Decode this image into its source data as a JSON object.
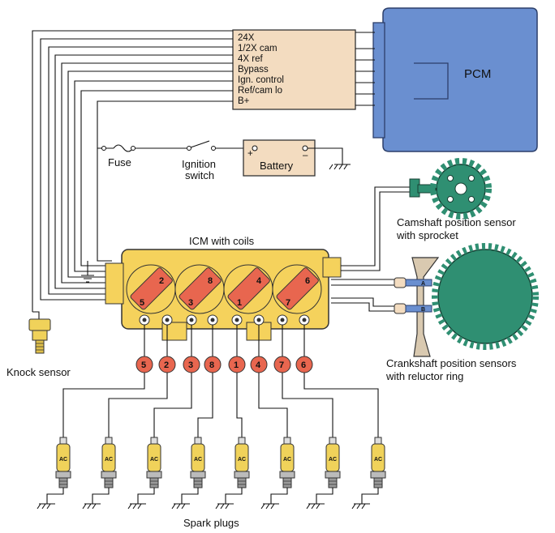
{
  "colors": {
    "pcm": "#6a8fd0",
    "connector": "#f3dcc0",
    "icm_body": "#f5d25c",
    "coil": "#e8664f",
    "sensor": "#2f8f72",
    "plug_bubble": "#e8664f",
    "spark_plug": "#f0d25a"
  },
  "pcm": {
    "label": "PCM",
    "terminals": [
      "24X",
      "1/2X cam",
      "4X ref",
      "Bypass",
      "Ign. control",
      "Ref/cam lo",
      "B+"
    ]
  },
  "circuit": {
    "fuse_label": "Fuse",
    "ignition_switch_label": [
      "Ignition",
      "switch"
    ],
    "battery_label": "Battery",
    "battery_plus": "+",
    "battery_minus": "–"
  },
  "icm": {
    "label": "ICM with coils",
    "coil_pairs": [
      [
        "5",
        "2"
      ],
      [
        "3",
        "8"
      ],
      [
        "1",
        "4"
      ],
      [
        "7",
        "6"
      ]
    ]
  },
  "camshaft_sensor": {
    "label": [
      "Camshaft position sensor",
      "with sprocket"
    ]
  },
  "crankshaft_sensor": {
    "label": [
      "Crankshaft position sensors",
      "with reluctor ring"
    ],
    "sensor_tags": [
      "A",
      "B"
    ]
  },
  "knock_sensor": {
    "label": "Knock sensor"
  },
  "spark_plugs": {
    "label": "Spark plugs",
    "cylinder_order": [
      "5",
      "2",
      "3",
      "8",
      "1",
      "4",
      "7",
      "6"
    ],
    "brand": "AC"
  }
}
